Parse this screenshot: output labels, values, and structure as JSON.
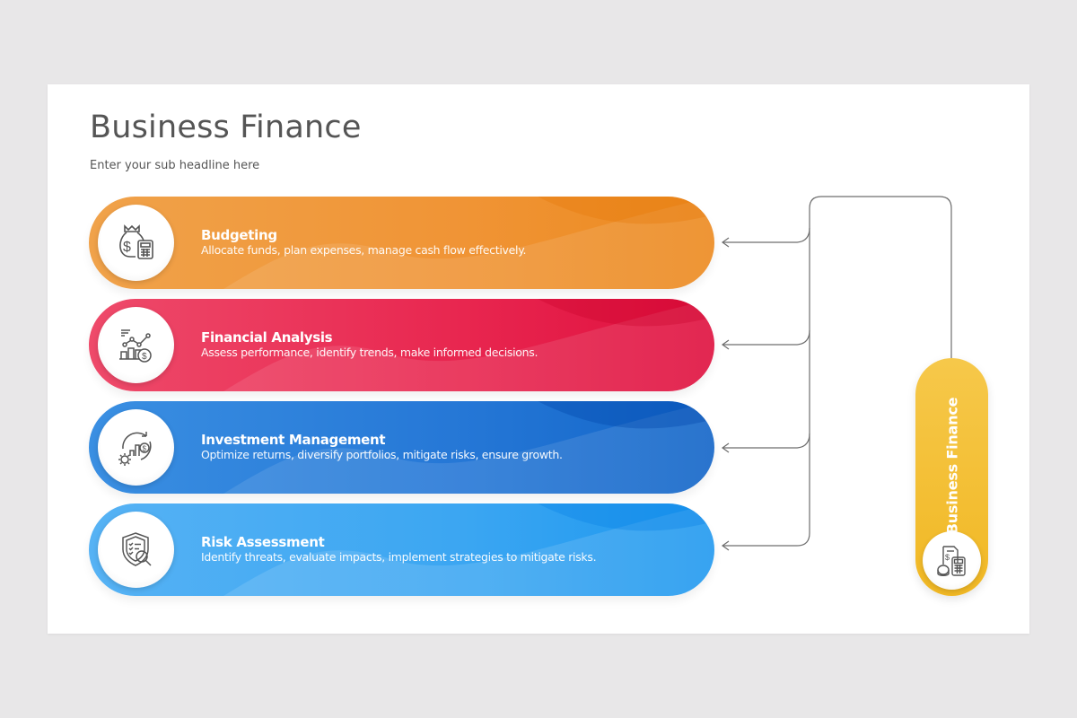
{
  "slide": {
    "title": "Business Finance",
    "subtitle": "Enter your sub headline here"
  },
  "items": [
    {
      "heading": "Budgeting",
      "description": "Allocate funds, plan expenses, manage cash flow effectively.",
      "icon": "money-bag-calculator-icon",
      "color": "#f09435"
    },
    {
      "heading": "Financial Analysis",
      "description": "Assess performance, identify trends, make informed decisions.",
      "icon": "chart-analysis-dollar-icon",
      "color": "#e8264f"
    },
    {
      "heading": "Investment Management",
      "description": "Optimize returns, diversify portfolios, mitigate risks, ensure growth.",
      "icon": "investment-growth-gear-icon",
      "color": "#2577d6"
    },
    {
      "heading": "Risk Assessment",
      "description": "Identify threats, evaluate impacts, implement strategies to mitigate risks.",
      "icon": "shield-magnifier-icon",
      "color": "#3ba6f2"
    }
  ],
  "hub": {
    "label": "Business Finance",
    "icon": "finance-document-calculator-icon",
    "color": "#f1b824"
  },
  "colors": {
    "background": "#e8e7e8",
    "slide": "#ffffff",
    "title_text": "#555555",
    "connector": "#6e6e6e"
  }
}
